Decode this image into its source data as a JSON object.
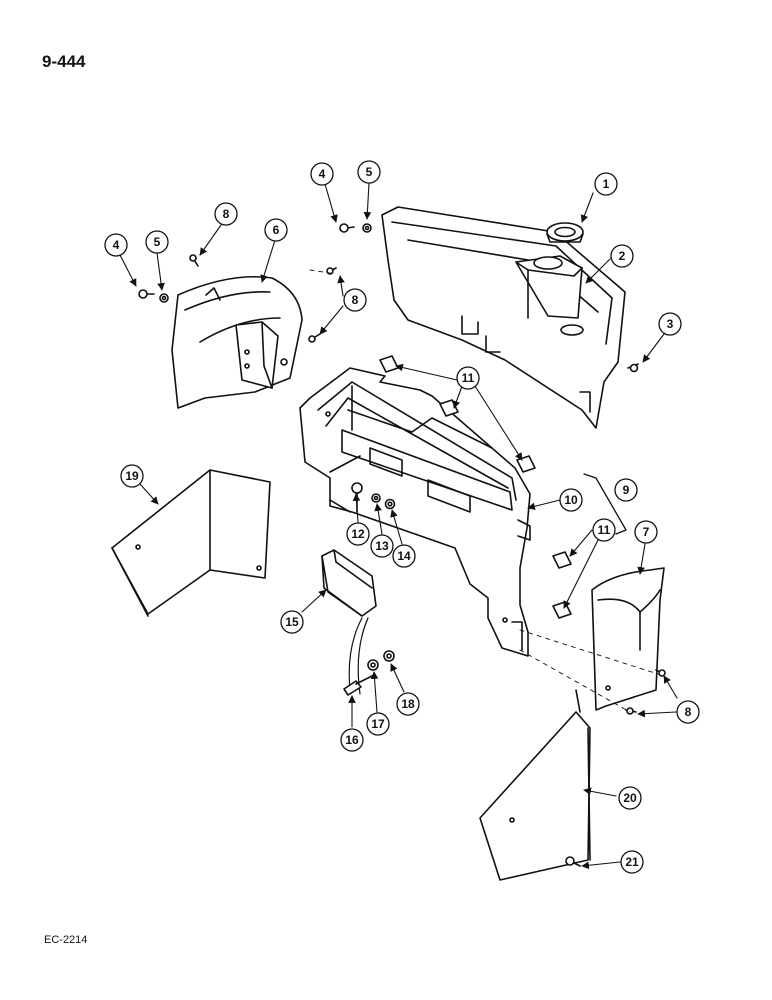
{
  "page_number": "9-444",
  "figure_code": "EC-2214",
  "callouts": [
    "1",
    "2",
    "3",
    "4",
    "5",
    "4",
    "5",
    "6",
    "8",
    "8",
    "11",
    "9",
    "10",
    "19",
    "12",
    "13",
    "14",
    "11",
    "7",
    "15",
    "16",
    "17",
    "18",
    "8",
    "20",
    "21"
  ]
}
